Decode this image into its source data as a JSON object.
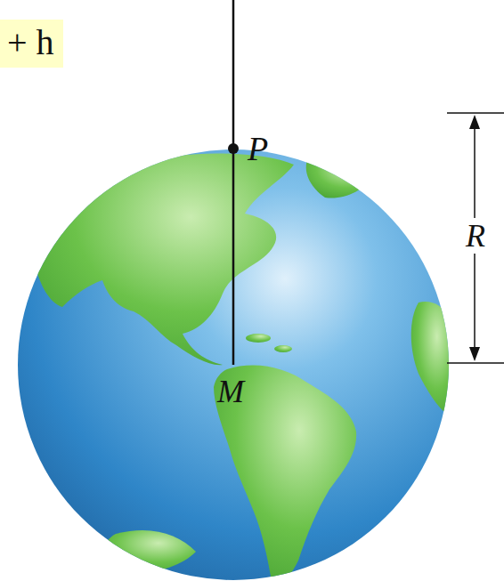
{
  "diagram": {
    "labels": [
      "+ h",
      "P",
      "R",
      "M"
    ]
  }
}
